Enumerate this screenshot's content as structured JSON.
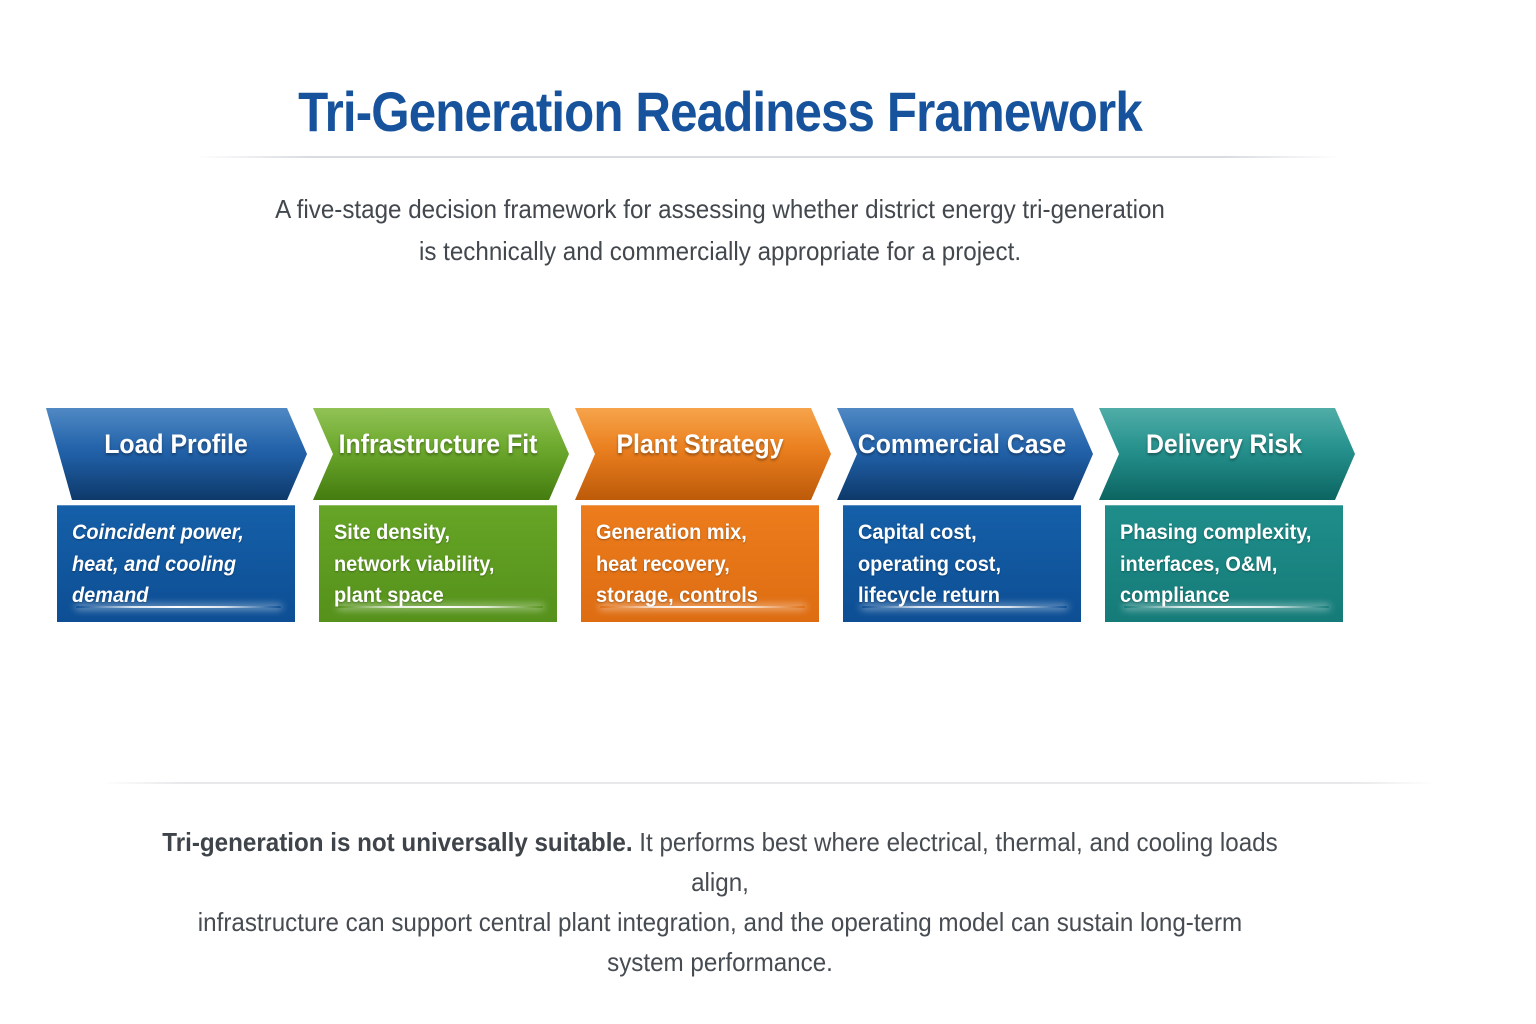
{
  "header": {
    "title": "Tri-Generation Readiness Framework",
    "subtitle": "A five-stage decision framework for assessing whether district energy tri-generation\nis technically and commercially appropriate for a project."
  },
  "palette": {
    "title_blue": "#17539c",
    "body_text": "#474c52",
    "divider_gray": "#d8dce1"
  },
  "stages": [
    {
      "title": "Load Profile",
      "description": "Coincident power,\nheat, and cooling\ndemand",
      "emphasis": true,
      "colors": {
        "light": "#2e72b8",
        "base": "#1a5ba5",
        "dark": "#0f4076",
        "box_top": "#1560a9",
        "box_bottom": "#0d4e94"
      }
    },
    {
      "title": "Infrastructure Fit",
      "description": "Site density,\nnetwork viability,\nplant space",
      "emphasis": false,
      "colors": {
        "light": "#7cb636",
        "base": "#64a323",
        "dark": "#4c8a12",
        "box_top": "#66a526",
        "box_bottom": "#55911b"
      }
    },
    {
      "title": "Plant Strategy",
      "description": "Generation mix,\nheat recovery,\nstorage, controls",
      "emphasis": false,
      "colors": {
        "light": "#f49229",
        "base": "#e87816",
        "dark": "#d2650b",
        "box_top": "#ec7c1c",
        "box_bottom": "#de6d12"
      }
    },
    {
      "title": "Commercial Case",
      "description": "Capital cost,\noperating cost,\nlifecycle return",
      "emphasis": false,
      "colors": {
        "light": "#2e72b8",
        "base": "#1a5ba5",
        "dark": "#0f4076",
        "box_top": "#1560a9",
        "box_bottom": "#0d4e94"
      }
    },
    {
      "title": "Delivery Risk",
      "description": "Phasing complexity,\ninterfaces, O&M,\ncompliance",
      "emphasis": false,
      "colors": {
        "light": "#2f9d97",
        "base": "#1d8b87",
        "dark": "#0d706c",
        "box_top": "#1f8e8b",
        "box_bottom": "#157b78"
      }
    }
  ],
  "footer": {
    "lead": "Tri-generation is not universally suitable.",
    "text": " It performs best where electrical, thermal, and cooling loads align,\ninfrastructure can support central plant integration, and the operating model can sustain long-term\nsystem performance."
  }
}
